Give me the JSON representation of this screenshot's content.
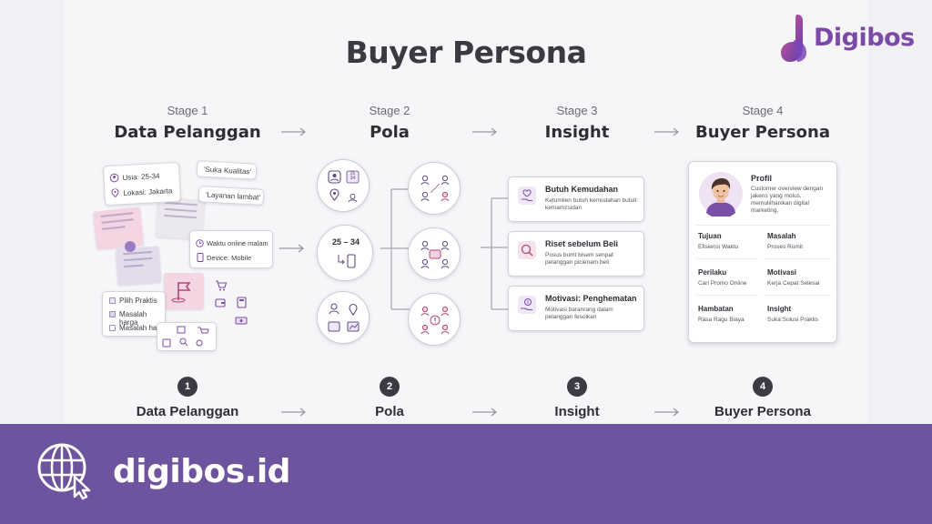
{
  "title": "Buyer Persona",
  "brand": {
    "name": "Digibos",
    "accent": "#7b4aa6",
    "footer_color": "#6e539e"
  },
  "stages": [
    {
      "label": "Stage 1",
      "name": "Data Pelanggan",
      "number": "1"
    },
    {
      "label": "Stage 2",
      "name": "Pola",
      "number": "2"
    },
    {
      "label": "Stage 3",
      "name": "Insight",
      "number": "3"
    },
    {
      "label": "Stage 4",
      "name": "Buyer Persona",
      "number": "4"
    }
  ],
  "stage1": {
    "profile_card": {
      "age": "Usia: 25-34",
      "location": "Lokasi: Jakarta"
    },
    "quotes": [
      "'Suka Kualitas'",
      "'Layanan lambat'"
    ],
    "activity_card": {
      "time": "Waktu online malam",
      "device": "Device: Mobile"
    },
    "checklist": [
      "Pilih Praktis",
      "Masalah harga",
      "Masalah harga"
    ]
  },
  "stage2": {
    "age_circle": "25 – 34",
    "icon_age_top": "25",
    "icon_age_bottom": "34"
  },
  "insights": [
    {
      "title": "Butuh Kemudahan",
      "body": "Ketumlien butuh kemudahan butuli: kemamzsidan",
      "icon": "heart-hand-icon"
    },
    {
      "title": "Riset sebelum Beli",
      "body": "Posus bumt bisem senpat pelanggan picienam beli",
      "icon": "magnifier-icon"
    },
    {
      "title": "Motivasi: Penghematan",
      "body": "Motivasi baranrang dalam pelanggan fesoikan",
      "icon": "money-hand-icon"
    }
  ],
  "persona": {
    "heading": "Profil",
    "description": "Customer overview dengan jakens yang molus, memuliihanikan digital marketing.",
    "fields": [
      {
        "label": "Tujuan",
        "value": "Efisiensi Waktu"
      },
      {
        "label": "Masalah",
        "value": "Proses Rumit"
      },
      {
        "label": "Perilaku",
        "value": "Cari Promo Online"
      },
      {
        "label": "Motivasi",
        "value": "Kerja Cepat Selesai"
      },
      {
        "label": "Hambatan",
        "value": "Rasa Ragu Biaya"
      },
      {
        "label": "Insight",
        "value": "Suka Solusi Praktis"
      }
    ]
  },
  "footer": {
    "url": "digibos.id"
  }
}
